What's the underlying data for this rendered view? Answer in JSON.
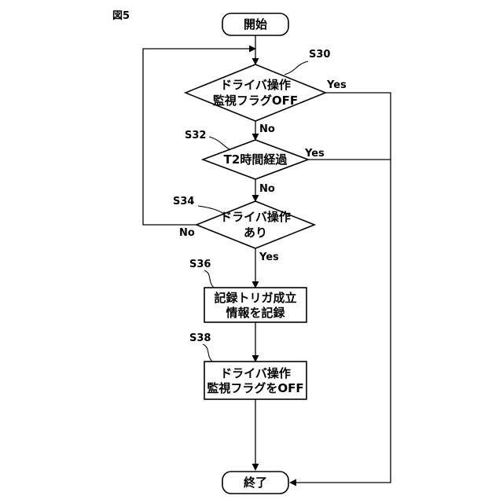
{
  "figure_label": "図5",
  "nodes": {
    "start": "開始",
    "end": "終了",
    "s30": {
      "step": "S30",
      "line1": "ドライバ操作",
      "line2": "監視フラグOFF"
    },
    "s32": {
      "step": "S32",
      "line1": "T2時間経過"
    },
    "s34": {
      "step": "S34",
      "line1": "ドライバ操作",
      "line2": "あり"
    },
    "s36": {
      "step": "S36",
      "line1": "記録トリガ成立",
      "line2": "情報を記録"
    },
    "s38": {
      "step": "S38",
      "line1": "ドライバ操作",
      "line2": "監視フラグをOFF"
    }
  },
  "branches": {
    "s30_yes": "Yes",
    "s30_no": "No",
    "s32_yes": "Yes",
    "s32_no": "No",
    "s34_no": "No",
    "s34_yes": "Yes"
  }
}
